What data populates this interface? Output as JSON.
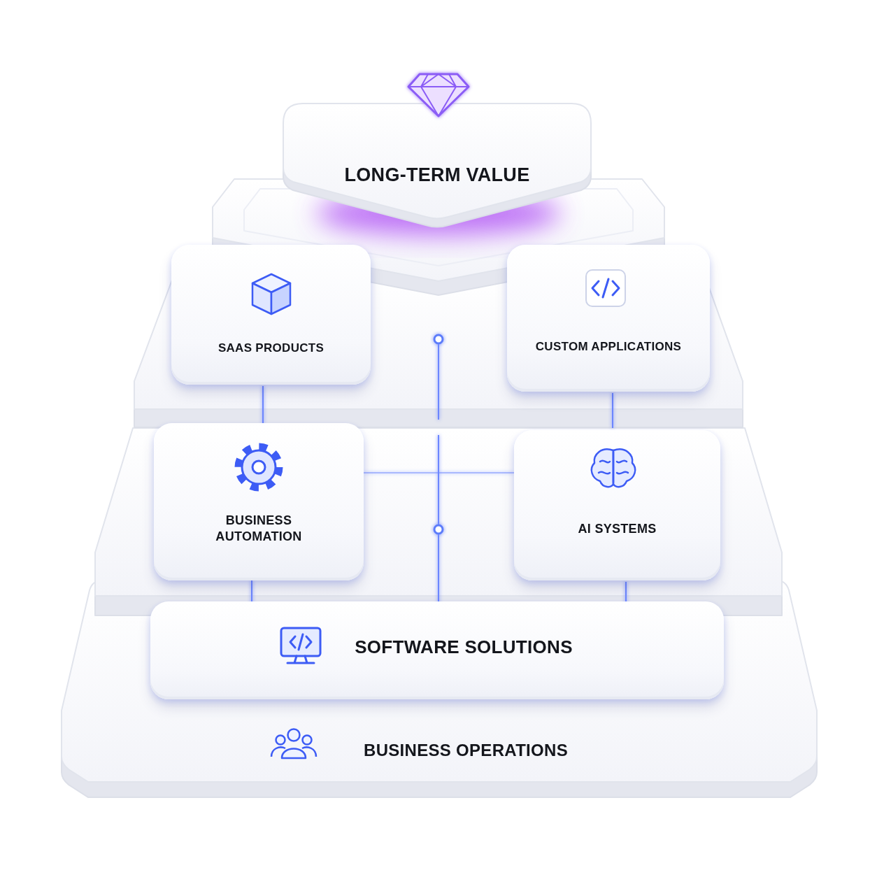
{
  "diagram": {
    "nodes": [
      {
        "text": [
          "LONG-TERM VALUE"
        ]
      },
      {
        "text": [
          "SAAS PRODUCTS"
        ]
      },
      {
        "text": [
          "CUSTOM APPLICATIONS"
        ]
      },
      {
        "text": [
          "BUSINESS AUTOMATION"
        ]
      },
      {
        "text": [
          "AI SYSTEMS"
        ]
      },
      {
        "text": [
          "BUSINESS OPERATIONS"
        ]
      },
      {
        "text": [
          "SOFTWARE SOLUTIONS"
        ],
        "in": 5
      }
    ],
    "edges": [
      {
        "from": 1,
        "to": 2,
        "arrow": "none"
      },
      {
        "from": 3,
        "to": 4,
        "arrow": "none"
      }
    ]
  }
}
